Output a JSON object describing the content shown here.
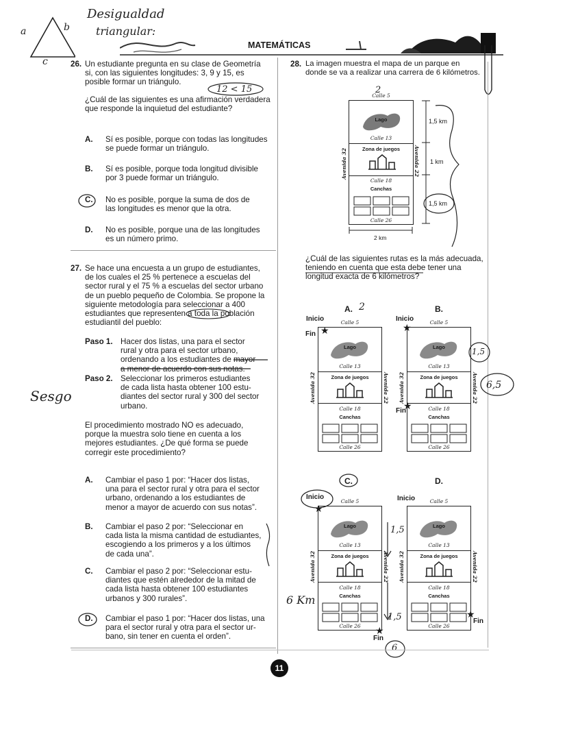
{
  "header": {
    "title": "MATEMÁTICAS",
    "handwriting_line1": "Desigualdad",
    "handwriting_line2": "triangular:",
    "triangle_a": "a",
    "triangle_b": "b",
    "triangle_c": "c"
  },
  "q26": {
    "number": "26.",
    "stem": [
      "Un estudiante pregunta en su clase de Geometría",
      "si, con las siguientes longitudes: 3, 9 y 15, es",
      "posible formar un triángulo."
    ],
    "question": [
      "¿Cuál de las siguientes es una afirmación verdadera",
      "que responde la inquietud del estudiante?"
    ],
    "annotation": "12 < 15",
    "options": [
      {
        "letter": "A.",
        "lines": [
          "Sí es posible, porque con todas las longitudes",
          "se puede formar un triángulo."
        ]
      },
      {
        "letter": "B.",
        "lines": [
          "Sí es posible, porque toda longitud divisible",
          "por 3 puede formar un triángulo."
        ]
      },
      {
        "letter": "C.",
        "lines": [
          "No es posible, porque la suma de dos de",
          "las longitudes es menor que la otra."
        ]
      },
      {
        "letter": "D.",
        "lines": [
          "No es posible, porque una de las longitudes",
          "es un número primo."
        ]
      }
    ]
  },
  "q27": {
    "number": "27.",
    "stem": [
      "Se hace una encuesta a un grupo de estudiantes,",
      "de los cuales el 25 % pertenece a escuelas del",
      "sector rural y el 75 % a escuelas del sector urbano",
      "de un pueblo pequeño de Colombia. Se propone la",
      "siguiente metodología para seleccionar a 400",
      "estudiantes que representen a toda la población",
      "estudiantil del pueblo:"
    ],
    "step1_label": "Paso 1.",
    "step1": [
      "Hacer dos listas, una para el sector",
      "rural y otra para el sector urbano,",
      "ordenando a los estudiantes de mayor",
      "a menor de acuerdo con sus notas."
    ],
    "step2_label": "Paso 2.",
    "step2": [
      "Seleccionar los primeros estudiantes",
      "de cada lista hasta obtener 100 estu-",
      "diantes del sector rural y 300 del sector",
      "urbano."
    ],
    "side_note": "Sesgo",
    "conclusion": [
      "El procedimiento mostrado NO es adecuado,",
      "porque la muestra solo tiene en cuenta a los",
      "mejores estudiantes. ¿De qué forma se puede",
      "corregir este procedimiento?"
    ],
    "options": [
      {
        "letter": "A.",
        "lines": [
          "Cambiar el paso 1 por: “Hacer dos listas,",
          "una para el sector rural y otra para el sector",
          "urbano, ordenando a los estudiantes de",
          "menor a mayor de acuerdo con sus notas”."
        ]
      },
      {
        "letter": "B.",
        "lines": [
          "Cambiar el paso 2 por: “Seleccionar en",
          "cada lista la misma cantidad de estudiantes,",
          "escogiendo a los primeros y a los últimos",
          "de cada una”."
        ]
      },
      {
        "letter": "C.",
        "lines": [
          "Cambiar el paso 2 por: “Seleccionar estu-",
          "diantes que estén alrededor de la mitad de",
          "cada lista hasta obtener 100 estudiantes",
          "urbanos y 300 rurales”."
        ]
      },
      {
        "letter": "D.",
        "lines": [
          "Cambiar el paso 1 por: “Hacer dos listas, una",
          "para el sector rural y otra para el sector ur-",
          "bano, sin tener en cuenta el orden”."
        ]
      }
    ]
  },
  "q28": {
    "number": "28.",
    "stem": [
      "La imagen muestra el mapa de un parque en",
      "donde se va a realizar una carrera de 6 kilómetros."
    ],
    "question": [
      "¿Cuál de las siguientes rutas es la más adecuada,",
      "teniendo en cuenta que esta debe tener una",
      "longitud exacta de 6 kilómetros?"
    ],
    "map": {
      "calle5": "Calle 5",
      "lago": "Lago",
      "calle13": "Calle 13",
      "zona": "Zona de juegos",
      "calle18": "Calle 18",
      "canchas": "Canchas",
      "calle26": "Calle 26",
      "avenida32": "Avenida 32",
      "avenida22": "Avenida 22",
      "dim1": "1,5 km",
      "dim2": "1 km",
      "dim3": "1,5 km",
      "width": "2 km"
    },
    "routes": {
      "A": "A.",
      "B": "B.",
      "C": "C.",
      "D": "D.",
      "inicio": "Inicio",
      "fin": "Fin"
    },
    "hand_notes": {
      "n1": "1,5",
      "n2": "6,5",
      "n3": "1,5",
      "n4": "1,5",
      "n5": "6 Km",
      "n6": "6",
      "n7": "2",
      "n8": "2"
    }
  },
  "footer": {
    "page": "11"
  }
}
